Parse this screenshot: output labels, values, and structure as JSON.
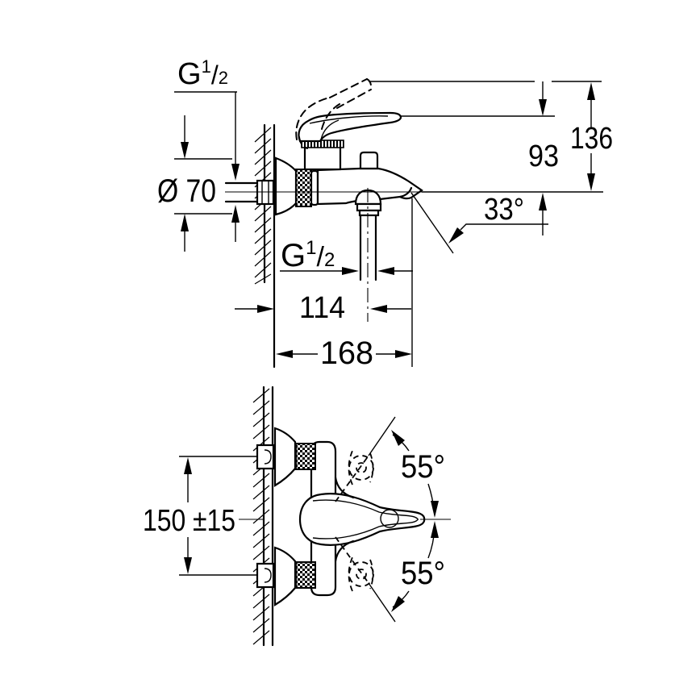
{
  "colors": {
    "ink": "#000000",
    "paper": "#ffffff"
  },
  "labels": {
    "side_view": {
      "supply_thread": {
        "prefix": "G",
        "numerator": "1",
        "slash": "/",
        "denominator": "2"
      },
      "escutcheon_diameter": "Ø 70",
      "spout_to_handle_height": "93",
      "spout_to_open_handle_height": "136",
      "spout_angle": "33°",
      "shower_outlet_thread": {
        "prefix": "G",
        "numerator": "1",
        "slash": "/",
        "denominator": "2"
      },
      "wall_to_outlet_center": "114",
      "wall_to_spout_tip": "168"
    },
    "front_view": {
      "supply_center_distance": "150 ±15",
      "handle_swing_upper": "55°",
      "handle_swing_lower": "55°"
    }
  }
}
